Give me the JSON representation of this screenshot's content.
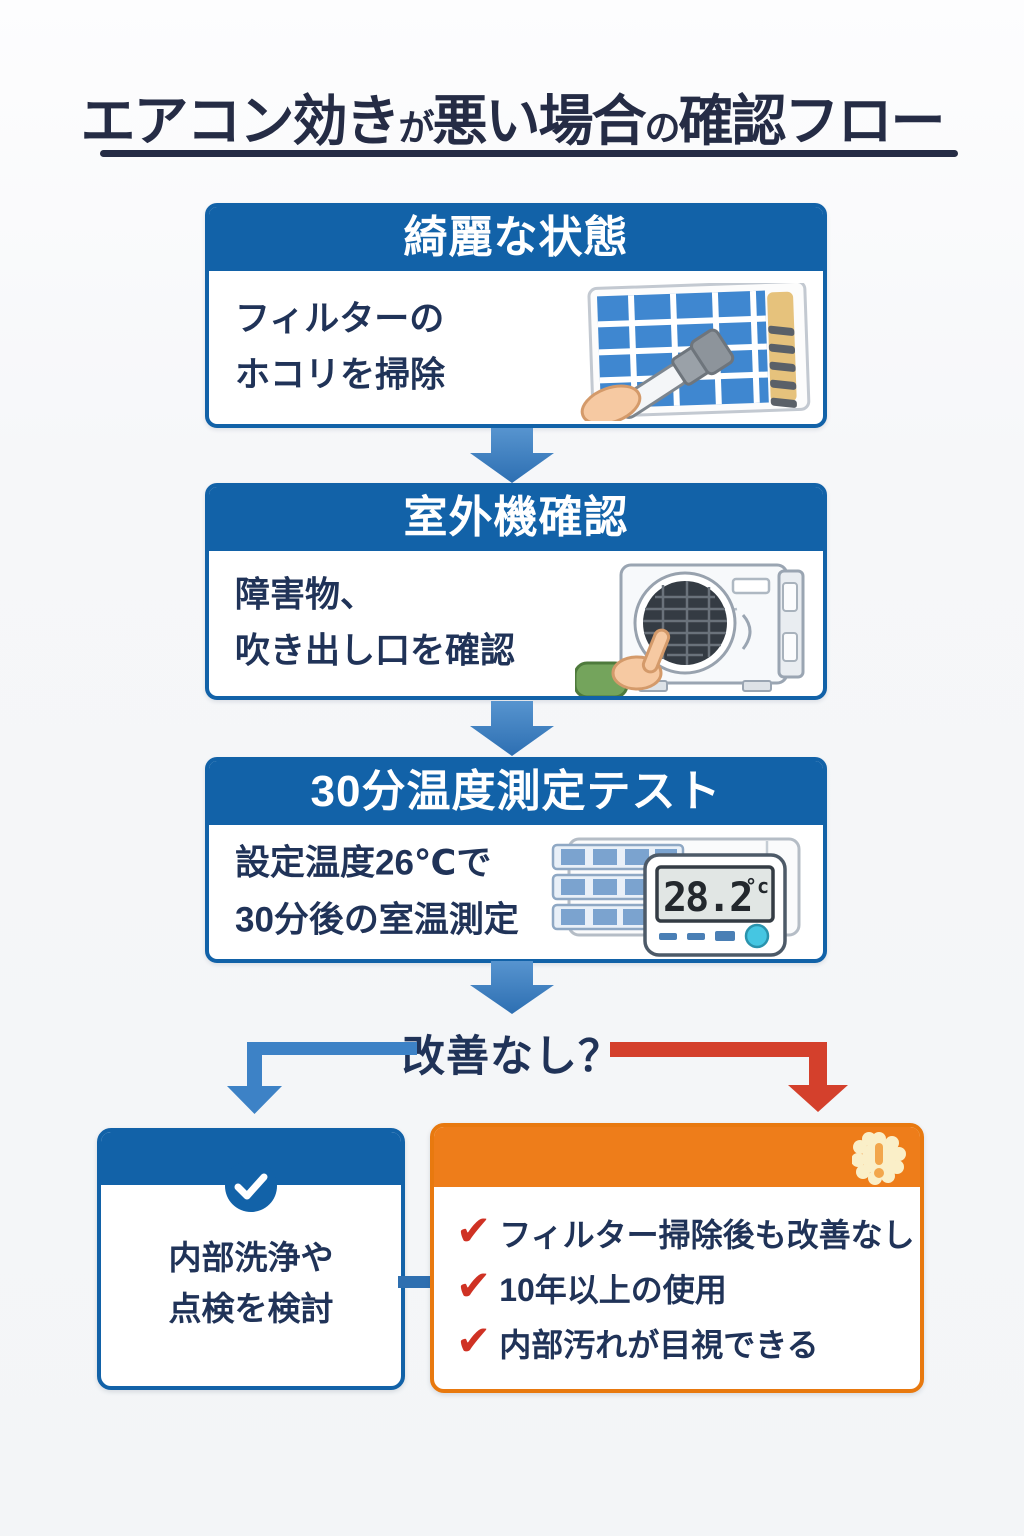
{
  "title": {
    "part1": "エアコン効き",
    "part2": "が",
    "part3": "悪い場合",
    "part4": "の",
    "part5": "確認フロー"
  },
  "steps": [
    {
      "header": "綺麗な状態",
      "line1": "フィルターの",
      "line2": "ホコリを掃除",
      "illustration": "filter-cleaning"
    },
    {
      "header": "室外機確認",
      "line1": "障害物、",
      "line2": "吹き出し口を確認",
      "illustration": "outdoor-unit-check"
    },
    {
      "header": "30分温度測定テスト",
      "line1": "設定温度26℃で",
      "line2": "30分後の室温測定",
      "illustration": "ac-thermometer",
      "thermometer_reading": "28.2",
      "thermometer_unit": "°c"
    }
  ],
  "decision": {
    "label": "改善なし？"
  },
  "outcomes": {
    "left": {
      "icon": "check-circle",
      "line1": "内部洗浄や",
      "line2": "点検を検討"
    },
    "right": {
      "icon": "warning-burst",
      "items": [
        "フィルター掃除後も改善なし",
        "10年以上の使用",
        "内部汚れが目視できる"
      ]
    }
  },
  "colors": {
    "primary_blue": "#1262a8",
    "arrow_blue": "#3d82c6",
    "alert_red": "#d4402c",
    "warning_orange": "#ee7d1a",
    "title_navy": "#252c45",
    "text_navy": "#203358",
    "check_red": "#cf3224",
    "lcd_button_cyan": "#45c6e2"
  }
}
